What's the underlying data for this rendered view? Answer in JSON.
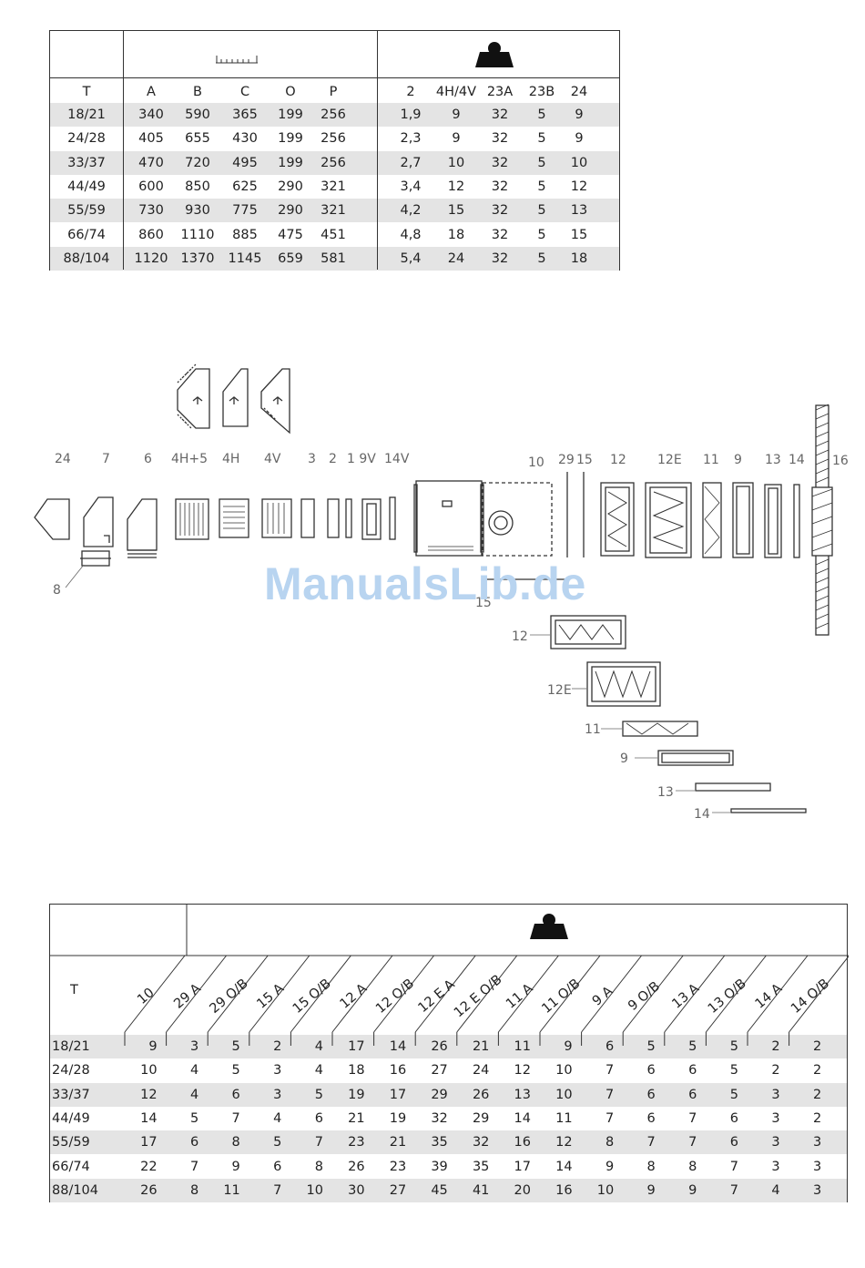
{
  "table1": {
    "left_header": "T",
    "group_a_columns": [
      "A",
      "B",
      "C",
      "O",
      "P"
    ],
    "group_b_columns": [
      "2",
      "4H/4V",
      "23A",
      "23B",
      "24"
    ],
    "group_a_icon": "ruler-icon",
    "group_b_icon": "weight-icon",
    "rows": [
      {
        "t": "18/21",
        "a": [
          "340",
          "590",
          "365",
          "199",
          "256"
        ],
        "b": [
          "1,9",
          "9",
          "32",
          "5",
          "9"
        ]
      },
      {
        "t": "24/28",
        "a": [
          "405",
          "655",
          "430",
          "199",
          "256"
        ],
        "b": [
          "2,3",
          "9",
          "32",
          "5",
          "9"
        ]
      },
      {
        "t": "33/37",
        "a": [
          "470",
          "720",
          "495",
          "199",
          "256"
        ],
        "b": [
          "2,7",
          "10",
          "32",
          "5",
          "10"
        ]
      },
      {
        "t": "44/49",
        "a": [
          "600",
          "850",
          "625",
          "290",
          "321"
        ],
        "b": [
          "3,4",
          "12",
          "32",
          "5",
          "12"
        ]
      },
      {
        "t": "55/59",
        "a": [
          "730",
          "930",
          "775",
          "290",
          "321"
        ],
        "b": [
          "4,2",
          "15",
          "32",
          "5",
          "13"
        ]
      },
      {
        "t": "66/74",
        "a": [
          "860",
          "1110",
          "885",
          "475",
          "451"
        ],
        "b": [
          "4,8",
          "18",
          "32",
          "5",
          "15"
        ]
      },
      {
        "t": "88/104",
        "a": [
          "1120",
          "1370",
          "1145",
          "659",
          "581"
        ],
        "b": [
          "5,4",
          "24",
          "32",
          "5",
          "18"
        ]
      }
    ]
  },
  "diagram": {
    "labels": {
      "p24": "24",
      "p7": "7",
      "p6": "6",
      "p4h5": "4H+5",
      "p4h": "4H",
      "p4v": "4V",
      "p3": "3",
      "p2": "2",
      "p19v": "1 9V",
      "p14v": "14V",
      "p10": "10",
      "p29": "29",
      "p15": "15",
      "p12": "12",
      "p12e": "12E",
      "p11": "11",
      "p9": "9",
      "p13": "13",
      "p14": "14",
      "p16": "16",
      "p8": "8",
      "l15": "15",
      "l12": "12",
      "l12e": "12E",
      "l11": "11",
      "l9": "9",
      "l13": "13",
      "l14": "14"
    },
    "watermark": "ManualsLib.de"
  },
  "table2": {
    "left_header": "T",
    "icon": "weight-icon",
    "columns": [
      "10",
      "29 A",
      "29 O/B",
      "15 A",
      "15 O/B",
      "12 A",
      "12 O/B",
      "12 E A",
      "12 E O/B",
      "11 A",
      "11 O/B",
      "9 A",
      "9 O/B",
      "13 A",
      "13 O/B",
      "14 A",
      "14 O/B"
    ],
    "rows": [
      {
        "t": "18/21",
        "v": [
          "9",
          "3",
          "5",
          "2",
          "4",
          "17",
          "14",
          "26",
          "21",
          "11",
          "9",
          "6",
          "5",
          "5",
          "5",
          "2",
          "2"
        ]
      },
      {
        "t": "24/28",
        "v": [
          "10",
          "4",
          "5",
          "3",
          "4",
          "18",
          "16",
          "27",
          "24",
          "12",
          "10",
          "7",
          "6",
          "6",
          "5",
          "2",
          "2"
        ]
      },
      {
        "t": "33/37",
        "v": [
          "12",
          "4",
          "6",
          "3",
          "5",
          "19",
          "17",
          "29",
          "26",
          "13",
          "10",
          "7",
          "6",
          "6",
          "5",
          "3",
          "2"
        ]
      },
      {
        "t": "44/49",
        "v": [
          "14",
          "5",
          "7",
          "4",
          "6",
          "21",
          "19",
          "32",
          "29",
          "14",
          "11",
          "7",
          "6",
          "7",
          "6",
          "3",
          "2"
        ]
      },
      {
        "t": "55/59",
        "v": [
          "17",
          "6",
          "8",
          "5",
          "7",
          "23",
          "21",
          "35",
          "32",
          "16",
          "12",
          "8",
          "7",
          "7",
          "6",
          "3",
          "3"
        ]
      },
      {
        "t": "66/74",
        "v": [
          "22",
          "7",
          "9",
          "6",
          "8",
          "26",
          "23",
          "39",
          "35",
          "17",
          "14",
          "9",
          "8",
          "8",
          "7",
          "3",
          "3"
        ]
      },
      {
        "t": "88/104",
        "v": [
          "26",
          "8",
          "11",
          "7",
          "10",
          "30",
          "27",
          "45",
          "41",
          "20",
          "16",
          "10",
          "9",
          "9",
          "7",
          "4",
          "3"
        ]
      }
    ]
  }
}
